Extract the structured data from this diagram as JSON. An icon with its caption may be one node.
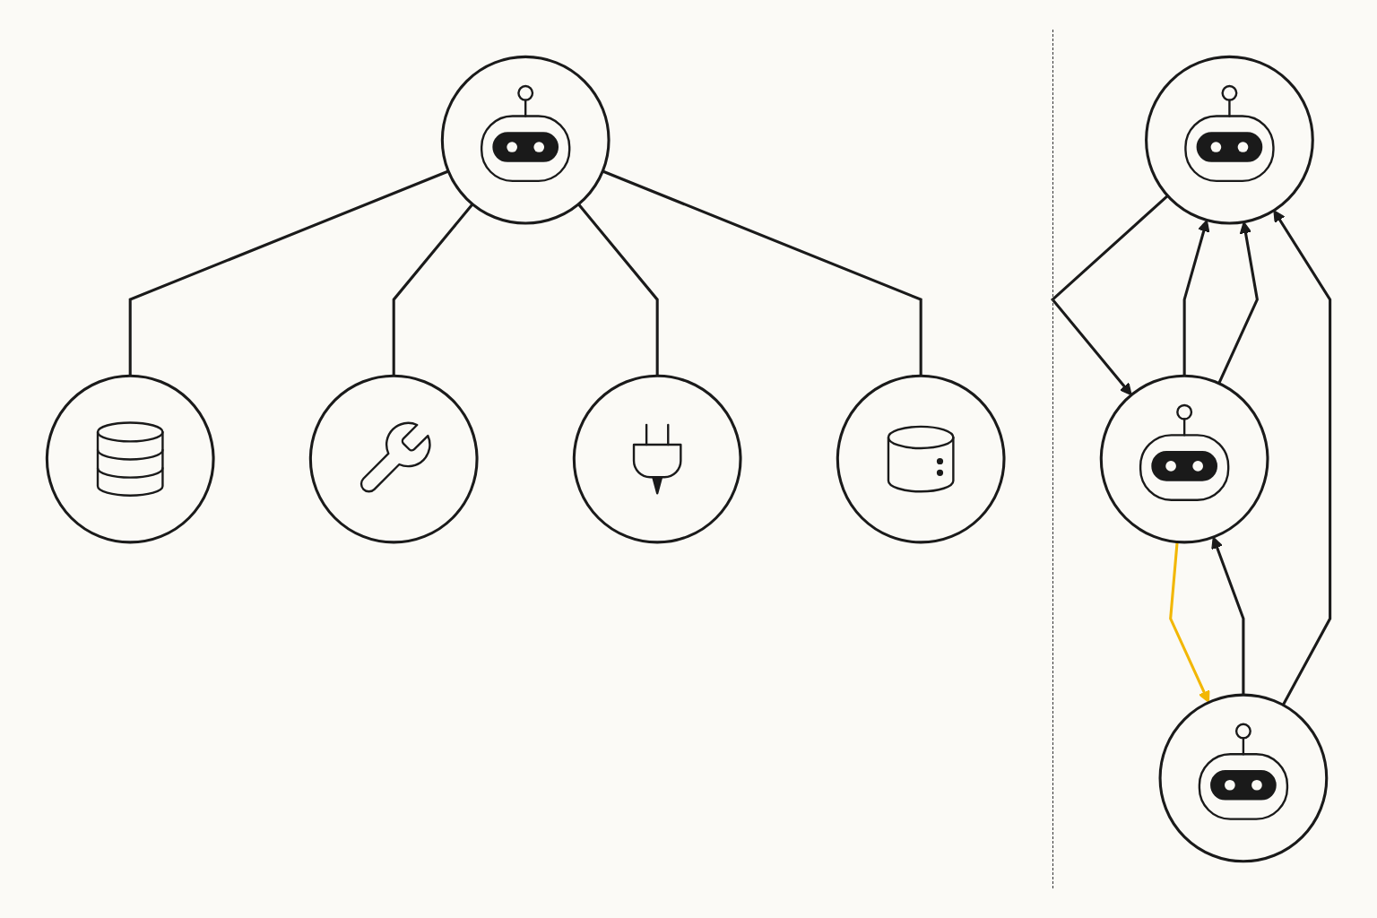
{
  "diagram": {
    "nodes": [
      {
        "text": [],
        "shape": "circle"
      },
      {
        "text": [],
        "shape": "circle"
      },
      {
        "text": [],
        "shape": "circle"
      },
      {
        "text": [],
        "shape": "circle"
      },
      {
        "text": [],
        "shape": "circle"
      },
      {
        "text": [],
        "shape": "circle"
      },
      {
        "text": [],
        "shape": "circle"
      },
      {
        "text": [],
        "shape": "circle"
      }
    ],
    "edges": [
      {
        "from": 0,
        "to": 1,
        "arrow": "none"
      },
      {
        "from": 0,
        "to": 2,
        "arrow": "none"
      },
      {
        "from": 0,
        "to": 3,
        "arrow": "none"
      },
      {
        "from": 0,
        "to": 4,
        "arrow": "none"
      },
      {
        "from": 5,
        "to": 6,
        "arrow": "to"
      },
      {
        "from": 6,
        "to": 5,
        "arrow": "to"
      },
      {
        "from": 6,
        "to": 7,
        "arrow": "to",
        "color": "#f2b705"
      },
      {
        "from": 7,
        "to": 6,
        "arrow": "to"
      },
      {
        "from": 6,
        "to": 5,
        "arrow": "to"
      },
      {
        "from": 7,
        "to": 5,
        "arrow": "to"
      }
    ]
  }
}
